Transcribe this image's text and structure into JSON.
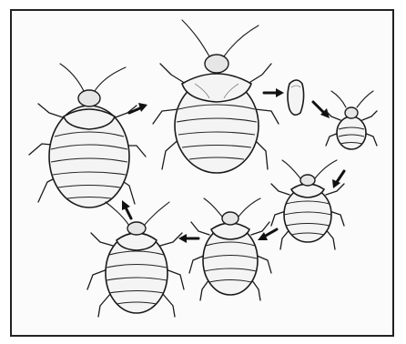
{
  "figure": {
    "description_items": [
      {
        "id": "adult-female",
        "stage": "adult"
      },
      {
        "id": "adult-fed",
        "stage": "adult"
      },
      {
        "id": "egg",
        "stage": "egg"
      },
      {
        "id": "nymph-1",
        "stage": "nymph"
      },
      {
        "id": "nymph-2",
        "stage": "nymph"
      },
      {
        "id": "nymph-3",
        "stage": "nymph"
      },
      {
        "id": "nymph-4",
        "stage": "nymph"
      }
    ],
    "colors": {
      "ink": "#1a1a1a",
      "paper": "#fbfbfb",
      "border": "#222222"
    }
  }
}
